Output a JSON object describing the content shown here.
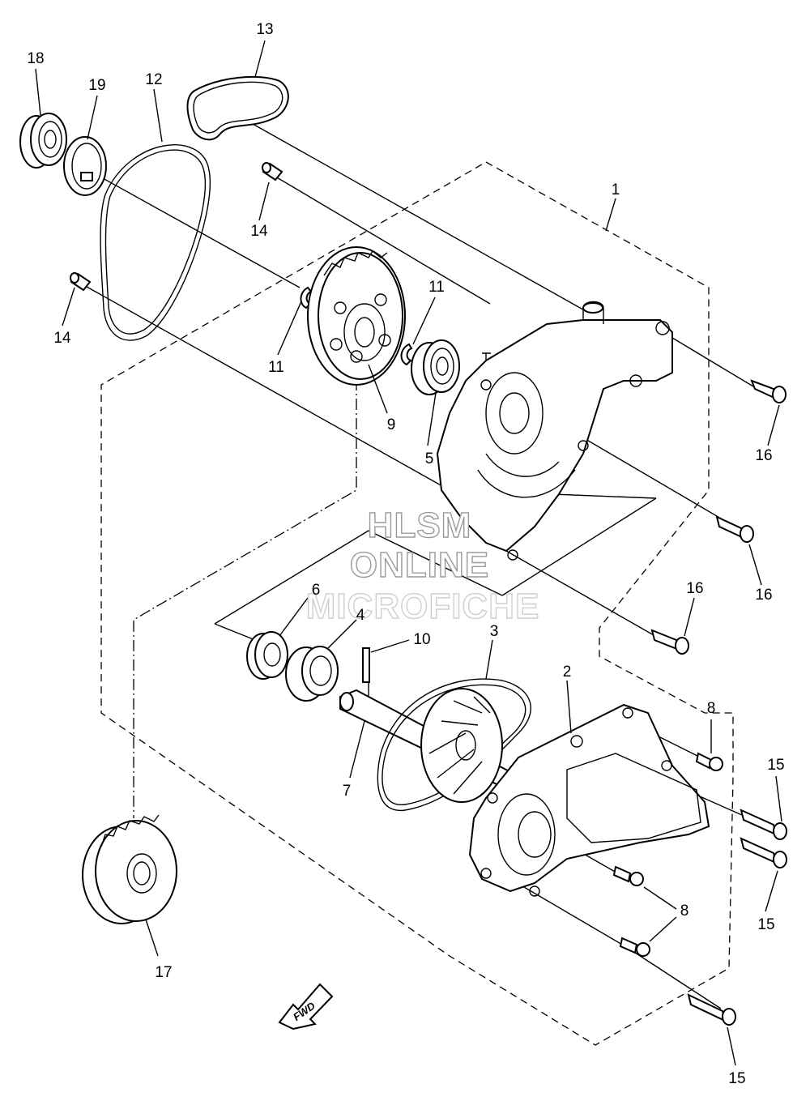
{
  "callouts": [
    {
      "id": "1",
      "text": "1"
    },
    {
      "id": "2",
      "text": "2"
    },
    {
      "id": "3",
      "text": "3"
    },
    {
      "id": "4",
      "text": "4"
    },
    {
      "id": "5",
      "text": "5"
    },
    {
      "id": "6",
      "text": "6"
    },
    {
      "id": "7",
      "text": "7"
    },
    {
      "id": "8a",
      "text": "8"
    },
    {
      "id": "8b",
      "text": "8"
    },
    {
      "id": "9",
      "text": "9"
    },
    {
      "id": "10",
      "text": "10"
    },
    {
      "id": "11a",
      "text": "11"
    },
    {
      "id": "11b",
      "text": "11"
    },
    {
      "id": "12",
      "text": "12"
    },
    {
      "id": "13",
      "text": "13"
    },
    {
      "id": "14a",
      "text": "14"
    },
    {
      "id": "14b",
      "text": "14"
    },
    {
      "id": "15a",
      "text": "15"
    },
    {
      "id": "15b",
      "text": "15"
    },
    {
      "id": "15c",
      "text": "15"
    },
    {
      "id": "16a",
      "text": "16"
    },
    {
      "id": "16b",
      "text": "16"
    },
    {
      "id": "16c",
      "text": "16"
    },
    {
      "id": "17",
      "text": "17"
    },
    {
      "id": "18",
      "text": "18"
    },
    {
      "id": "19",
      "text": "19"
    }
  ],
  "watermark": {
    "line1": "HLSM",
    "line2": "ONLINE",
    "line3": "MICROFICHE"
  },
  "fwd_arrow": {
    "label": "FWD"
  }
}
